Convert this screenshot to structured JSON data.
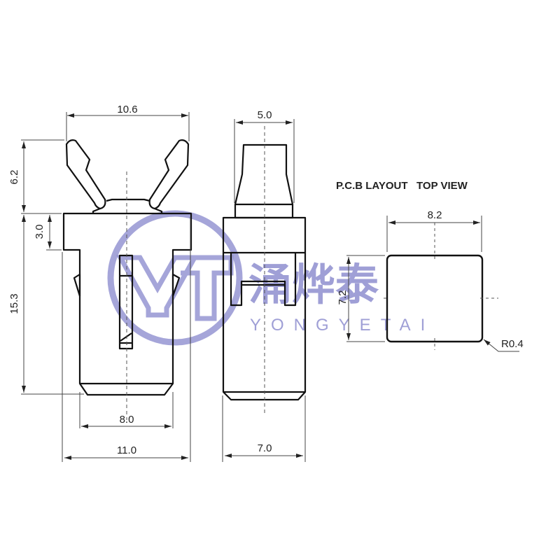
{
  "drawing": {
    "front_view": {
      "dims": {
        "top_width": "10.6",
        "tab_height": "6.2",
        "flange_height": "3.0",
        "body_height": "15.3",
        "bottom_inner_width": "8.0",
        "overall_width": "11.0"
      }
    },
    "side_view": {
      "dims": {
        "top_width": "5.0",
        "bottom_width": "7.0"
      }
    },
    "pcb_layout": {
      "title": "P.C.B LAYOUT   TOP VIEW",
      "dims": {
        "width": "8.2",
        "height": "7.2",
        "corner_radius": "R0.4"
      }
    },
    "watermark": {
      "chinese": "涌烨泰",
      "english": "YONGYETAI",
      "logo": "YT",
      "color": "#8f8fd0"
    },
    "colors": {
      "line": "#111111",
      "dim_line": "#444444",
      "background": "#ffffff"
    }
  }
}
